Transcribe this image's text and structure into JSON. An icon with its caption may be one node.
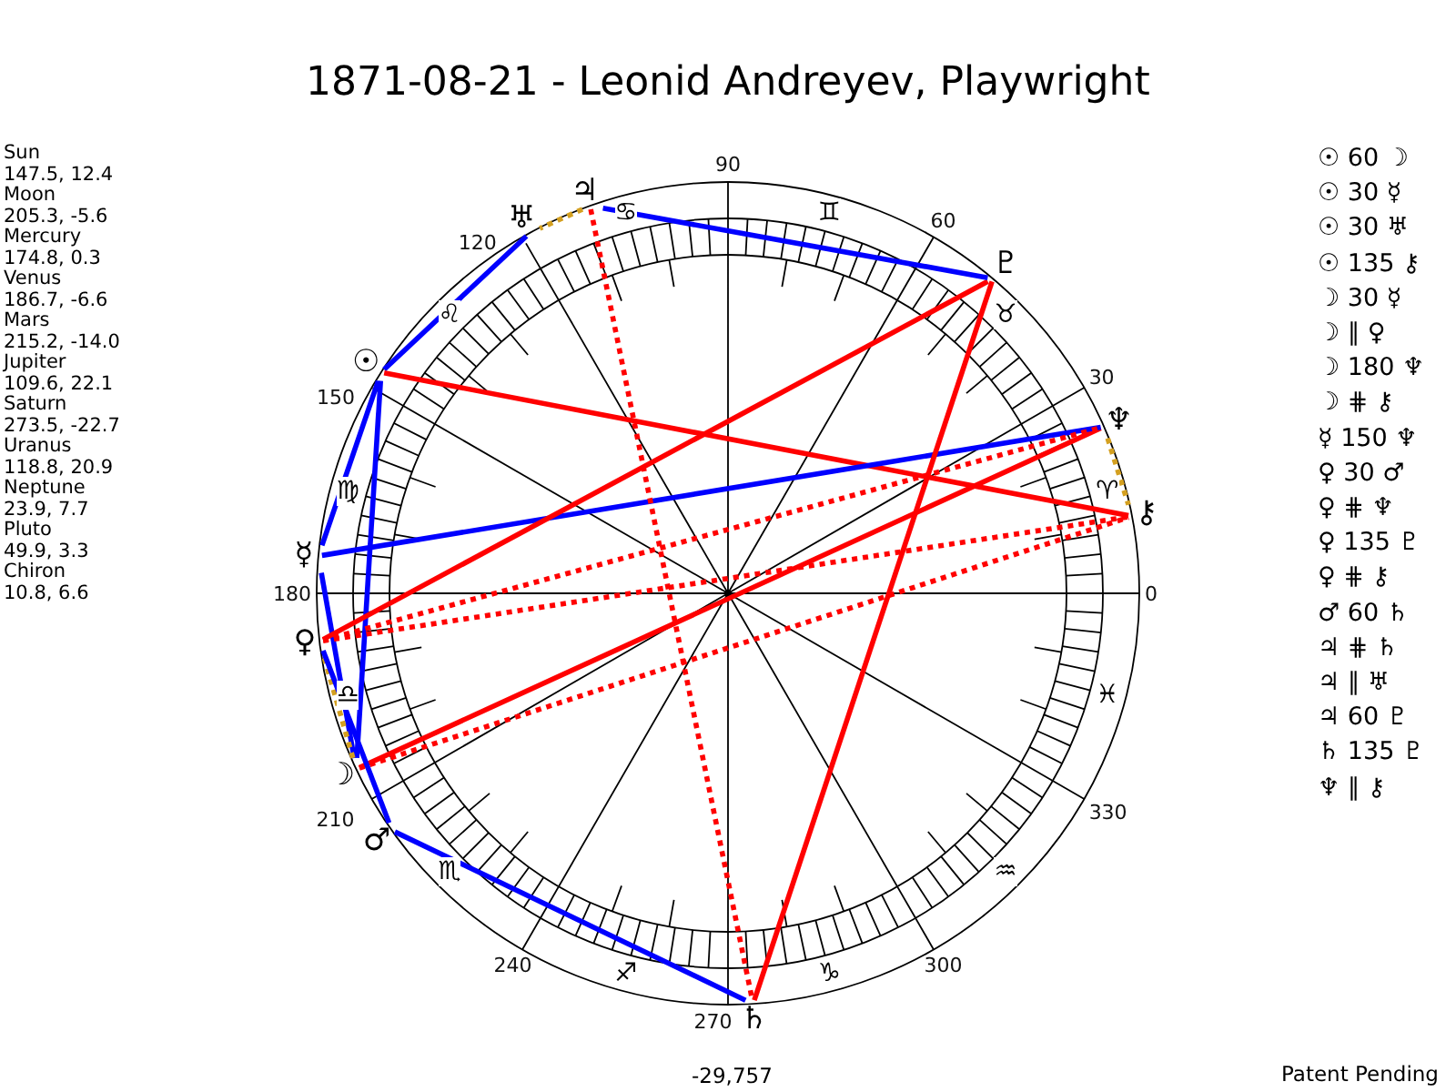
{
  "diagram": {
    "title": "1871-08-21 - Leonid Andreyev, Playwright",
    "nodes": [
      {
        "text": [
          "♃"
        ]
      },
      {
        "text": [
          "♅"
        ]
      },
      {
        "text": [
          "♇"
        ]
      },
      {
        "text": [
          "☉"
        ]
      },
      {
        "text": [
          "♆"
        ]
      },
      {
        "text": [
          "⚷"
        ]
      },
      {
        "text": [
          "☿"
        ]
      },
      {
        "text": [
          "♀"
        ]
      },
      {
        "text": [
          "☽"
        ]
      },
      {
        "text": [
          "♂"
        ]
      },
      {
        "text": [
          "♄"
        ]
      }
    ],
    "edges": [
      {
        "from": 3,
        "to": 8,
        "arrow": "none",
        "color": "#0000ff"
      },
      {
        "from": 3,
        "to": 6,
        "arrow": "none",
        "color": "#0000ff"
      },
      {
        "from": 3,
        "to": 1,
        "arrow": "none",
        "color": "#0000ff"
      },
      {
        "from": 3,
        "to": 5,
        "arrow": "none",
        "color": "#ff0000"
      },
      {
        "from": 8,
        "to": 6,
        "arrow": "none",
        "color": "#0000ff"
      },
      {
        "from": 8,
        "to": 7,
        "arrow": "none",
        "style": "dashed",
        "color": "#d4a020"
      },
      {
        "from": 8,
        "to": 4,
        "arrow": "none",
        "color": "#ff0000"
      },
      {
        "from": 8,
        "to": 5,
        "arrow": "none",
        "style": "dashed",
        "color": "#ff0000"
      },
      {
        "from": 6,
        "to": 4,
        "arrow": "none",
        "color": "#0000ff"
      },
      {
        "from": 7,
        "to": 9,
        "arrow": "none",
        "color": "#0000ff"
      },
      {
        "from": 7,
        "to": 4,
        "arrow": "none",
        "style": "dashed",
        "color": "#ff0000"
      },
      {
        "from": 7,
        "to": 2,
        "arrow": "none",
        "color": "#ff0000"
      },
      {
        "from": 7,
        "to": 5,
        "arrow": "none",
        "style": "dashed",
        "color": "#ff0000"
      },
      {
        "from": 9,
        "to": 10,
        "arrow": "none",
        "color": "#0000ff"
      },
      {
        "from": 0,
        "to": 10,
        "arrow": "none",
        "style": "dashed",
        "color": "#ff0000"
      },
      {
        "from": 0,
        "to": 1,
        "arrow": "none",
        "style": "dashed",
        "color": "#d4a020"
      },
      {
        "from": 0,
        "to": 2,
        "arrow": "none",
        "color": "#0000ff"
      },
      {
        "from": 10,
        "to": 2,
        "arrow": "none",
        "color": "#ff0000"
      },
      {
        "from": 4,
        "to": 5,
        "arrow": "none",
        "style": "dashed",
        "color": "#d4a020"
      }
    ],
    "labels": [
      "Sun",
      "147.5, 12.4",
      "Moon",
      "205.3, -5.6",
      "Mercury",
      "174.8, 0.3",
      "Venus",
      "186.7, -6.6",
      "Mars",
      "215.2, -14.0",
      "Jupiter",
      "109.6, 22.1",
      "Saturn",
      "273.5, -22.7",
      "Uranus",
      "118.8, 20.9",
      "Neptune",
      "23.9, 7.7",
      "Pluto",
      "49.9, 3.3",
      "Chiron",
      "10.8, 6.6",
      "☉ 60 ☽",
      "☉ 30 ☿",
      "☉ 30 ♅",
      "☉ 135 ⚷",
      "☽ 30 ☿",
      "☽ ∥ ♀",
      "☽ 180 ♆",
      "☽ ⋕ ⚷",
      "☿ 150 ♆",
      "♀ 30 ♂",
      "♀ ⋕ ♆",
      "♀ 135 ♇",
      "♀ ⋕ ⚷",
      "♂ 60 ♄",
      "♃ ⋕ ♄",
      "♃ ∥ ♅",
      "♃ 60 ♇",
      "♄ 135 ♇",
      "♆ ∥ ⚷",
      "0",
      "30",
      "60",
      "90",
      "120",
      "150",
      "180",
      "210",
      "240",
      "270",
      "300",
      "330",
      "♈",
      "♉",
      "♊",
      "♋",
      "♌",
      "♍",
      "♎",
      "♏",
      "♐",
      "♑",
      "♒",
      "♓",
      "-29,757",
      "Patent Pending"
    ]
  }
}
